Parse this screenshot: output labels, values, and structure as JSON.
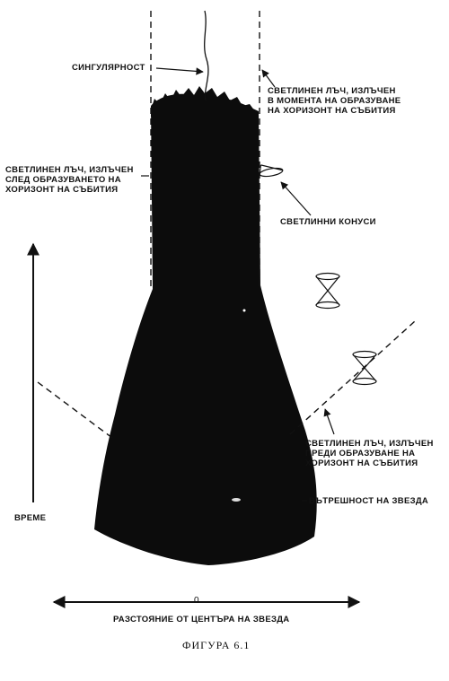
{
  "labels": {
    "singularity": "СИНГУЛЯРНОСТ",
    "ray_at_formation": [
      "СВЕТЛИНЕН ЛЪЧ, ИЗЛЪЧЕН",
      "В МОМЕНТА НА ОБРАЗУВАНЕ",
      "НА ХОРИЗОНТ НА СЪБИТИЯ"
    ],
    "ray_after_formation": [
      "СВЕТЛИНЕН ЛЪЧ, ИЗЛЪЧЕН",
      "СЛЕД ОБРАЗУВАНЕТО НА",
      "ХОРИЗОНТ НА СЪБИТИЯ"
    ],
    "light_cones": "СВЕТЛИННИ КОНУСИ",
    "ray_before_formation": [
      "СВЕТЛИНЕН ЛЪЧ, ИЗЛЪЧЕН",
      "ПРЕДИ ОБРАЗУВАНЕ НА",
      "ХОРИЗОНТ НА СЪБИТИЯ"
    ],
    "star_interior": "ВЪТРЕШНОСТ НА ЗВЕЗДА",
    "time_axis": "ВРЕМЕ",
    "origin": "0",
    "distance_axis": "РАЗСТОЯНИЕ ОТ ЦЕНТЪРА НА ЗВЕЗДА"
  },
  "caption": "ФИГУРА 6.1"
}
